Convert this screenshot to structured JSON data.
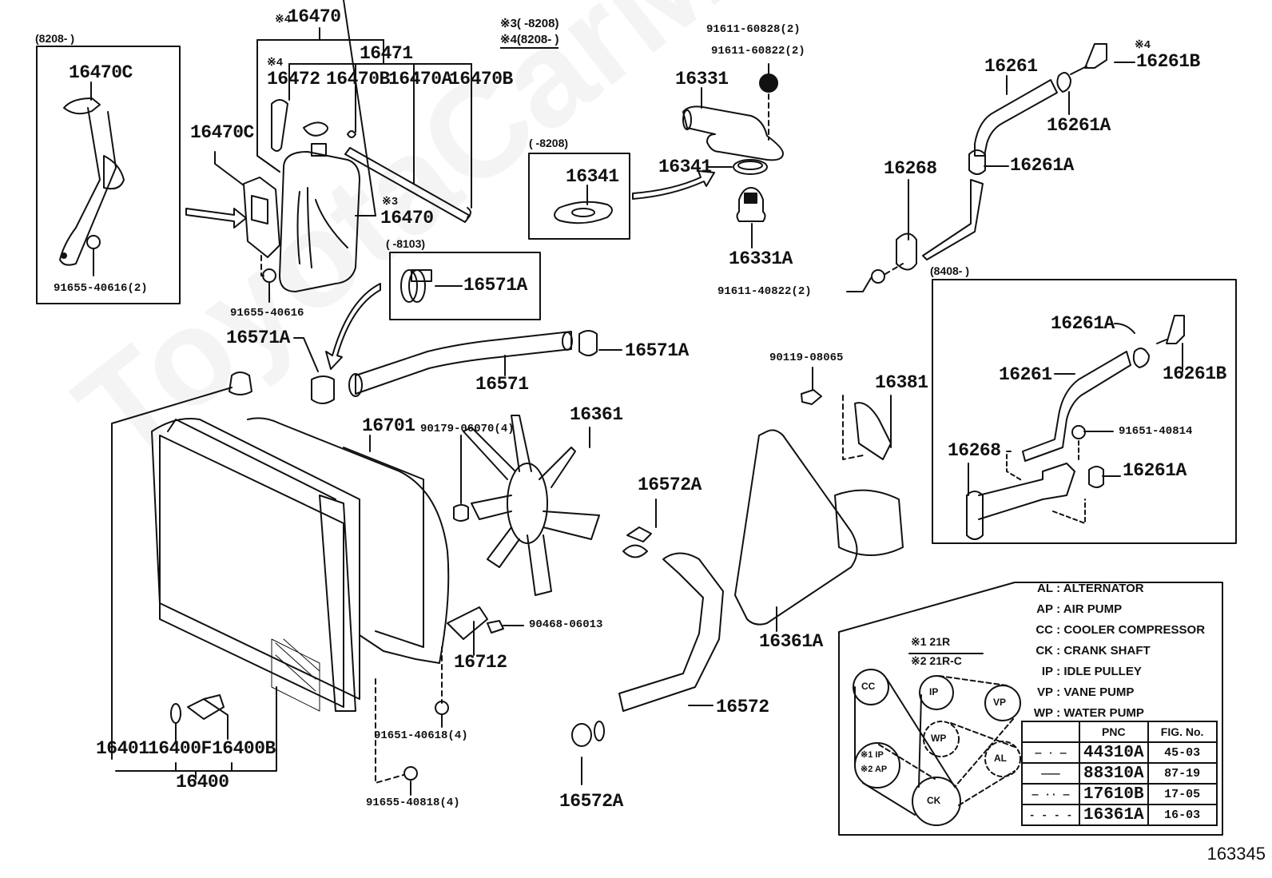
{
  "figure_id": "163345",
  "watermark": "ToyotaCarMine.ru",
  "footnotes": {
    "n3": "※3(      -8208)",
    "n4": "※4(8208-      )"
  },
  "inset_boxes": {
    "reservoir_bracket": {
      "range": "(8208-      )",
      "part": "16470C",
      "bolt": "91655-40616(2)"
    },
    "gasket_early": {
      "range": "(      -8208)",
      "part": "16341"
    },
    "clamp_early": {
      "range": "(      -8103)",
      "part": "16571A"
    },
    "bypass_late": {
      "range": "(8408-      )",
      "parts": [
        "16261A",
        "16261B",
        "16261",
        "16268",
        "16261A"
      ],
      "bolt": "91651-40814"
    }
  },
  "callouts": {
    "reservoir_assy": "16470",
    "reservoir_assy_note": "※4",
    "cap": "16471",
    "hose_16472_note": "※4",
    "hose_16472": "16472",
    "clip_1": "16470B",
    "hose_16470A": "16470A",
    "clip_2": "16470B",
    "bracket": "16470C",
    "reservoir_note": "※3",
    "reservoir": "16470",
    "bolt_bracket": "91655-40616",
    "outlet_bolt_1": "91611-60828(2)",
    "outlet_bolt_2": "91611-60822(2)",
    "water_outlet": "16331",
    "gasket": "16341",
    "thermostat": "16331A",
    "bolt_bypass": "91611-40822(2)",
    "bypass_hose": "16261",
    "union_note": "※4",
    "union": "16261B",
    "clamp_a1": "16261A",
    "clamp_a2": "16261A",
    "bypass_pipe": "16268",
    "clamp_upper_left": "16571A",
    "clamp_upper_right": "16571A",
    "upper_hose": "16571",
    "shroud": "16701",
    "nut": "90179-06070(4)",
    "fan": "16361",
    "clamp_lower_top": "16572A",
    "bolt_adjust": "90119-08065",
    "adjust_bar": "16381",
    "clip_shroud": "90468-06013",
    "shroud_lower": "16712",
    "bolt_shroud": "91651-40618(4)",
    "bolt_radiator": "91655-40818(4)",
    "lower_hose": "16572",
    "clamp_lower_bottom": "16572A",
    "v_belt": "16361A",
    "drain_cock": "16401",
    "drain_gasket": "16400F",
    "drain_plug": "16400B",
    "radiator": "16400"
  },
  "belt_diagram": {
    "model_notes": [
      "※1 21R",
      "※2 21R-C"
    ],
    "pulleys": [
      "CC",
      "IP",
      "VP",
      "WP",
      "AL",
      "CK",
      "※1 IP",
      "※2 AP"
    ],
    "legend": [
      {
        "code": "AL",
        "name": "ALTERNATOR"
      },
      {
        "code": "AP",
        "name": "AIR PUMP"
      },
      {
        "code": "CC",
        "name": "COOLER COMPRESSOR"
      },
      {
        "code": "CK",
        "name": "CRANK SHAFT"
      },
      {
        "code": "IP",
        "name": "IDLE PULLEY"
      },
      {
        "code": "VP",
        "name": "VANE PUMP"
      },
      {
        "code": "WP",
        "name": "WATER PUMP"
      }
    ],
    "table": {
      "headers": [
        "",
        "PNC",
        "FIG. No."
      ],
      "rows": [
        {
          "line": "— · —",
          "pnc": "44310A",
          "fig": "45-03"
        },
        {
          "line": "———",
          "pnc": "88310A",
          "fig": "87-19"
        },
        {
          "line": "— ·· —",
          "pnc": "17610B",
          "fig": "17-05"
        },
        {
          "line": "- - - -",
          "pnc": "16361A",
          "fig": "16-03"
        }
      ]
    }
  }
}
